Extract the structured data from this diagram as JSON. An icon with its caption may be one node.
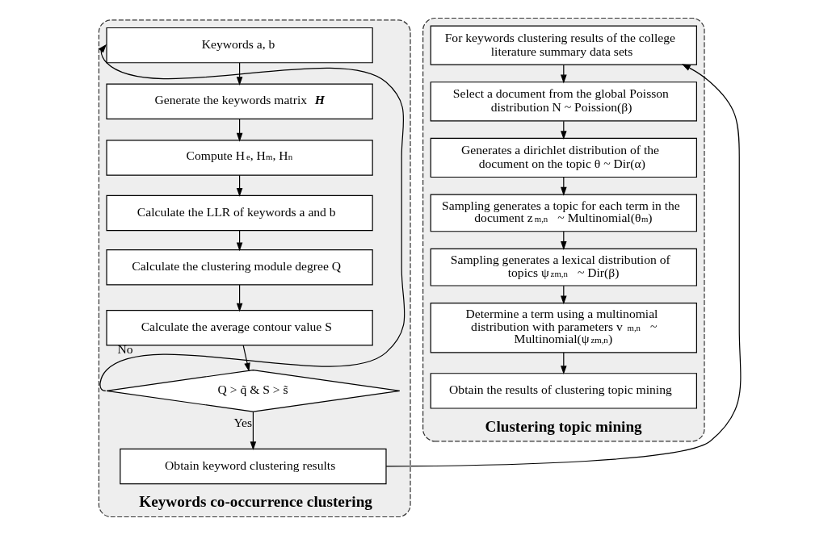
{
  "diagram": {
    "nodes": [
      {
        "text": [
          "Keywords co-occurrence clustering"
        ]
      },
      {
        "text": [
          "Keywords a, b"
        ],
        "in": 0
      },
      {
        "text": [
          "Generate the keywords matrix **H**"
        ],
        "in": 0
      },
      {
        "text": [
          "Compute H$_{e}$, H$_{m}$, H$_{n}$"
        ],
        "in": 0
      },
      {
        "text": [
          "Calculate the LLR of keywords a and b"
        ],
        "in": 0
      },
      {
        "text": [
          "Calculate the clustering module degree Q"
        ],
        "in": 0
      },
      {
        "text": [
          "Calculate the average contour value S"
        ],
        "in": 0
      },
      {
        "text": [
          "Q > q̃ & S > s̃"
        ],
        "in": 0
      },
      {
        "text": [
          "Obtain keyword clustering results"
        ],
        "in": 0
      },
      {
        "text": [
          "Clustering topic mining"
        ]
      },
      {
        "text": [
          "For keywords clustering results of the college literature summary data sets"
        ],
        "in": 9
      },
      {
        "text": [
          "Select a document from the global Poisson distribution N ~ Poission(β)"
        ],
        "in": 9
      },
      {
        "text": [
          "Generates a dirichlet distribution of the document on the topic θ ~ Dir(α)"
        ],
        "in": 9
      },
      {
        "text": [
          "Sampling generates a topic for each term in the document z$_{m,n}$ ~ Multinomial(θ$_{m}$)"
        ],
        "in": 9
      },
      {
        "text": [
          "Sampling generates a lexical distribution of topics ψ$_{zm,n}$ ~ Dir(β)"
        ],
        "in": 9
      },
      {
        "text": [
          "Determine a term using a multinomial distribution with parameters v$_{m,n}$ ~ Multinomial(ψ$_{zm,n}$)"
        ],
        "in": 9
      },
      {
        "text": [
          "Obtain the results of clustering topic mining"
        ],
        "in": 9
      }
    ],
    "edges": [
      {
        "from": 1,
        "to": 2,
        "arrow": "to"
      },
      {
        "from": 2,
        "to": 3,
        "arrow": "to"
      },
      {
        "from": 3,
        "to": 4,
        "arrow": "to"
      },
      {
        "from": 4,
        "to": 5,
        "arrow": "to"
      },
      {
        "from": 5,
        "to": 6,
        "arrow": "to"
      },
      {
        "from": 6,
        "to": 7,
        "arrow": "to"
      },
      {
        "from": 7,
        "to": 8,
        "arrow": "to",
        "label": "Yes"
      },
      {
        "from": 7,
        "to": 1,
        "arrow": "to",
        "label": "No"
      },
      {
        "from": 8,
        "to": 10,
        "arrow": "to"
      },
      {
        "from": 10,
        "to": 11,
        "arrow": "to"
      },
      {
        "from": 11,
        "to": 12,
        "arrow": "to"
      },
      {
        "from": 12,
        "to": 13,
        "arrow": "to"
      },
      {
        "from": 13,
        "to": 14,
        "arrow": "to"
      },
      {
        "from": 14,
        "to": 15,
        "arrow": "to"
      },
      {
        "from": 15,
        "to": 16,
        "arrow": "to"
      }
    ]
  }
}
